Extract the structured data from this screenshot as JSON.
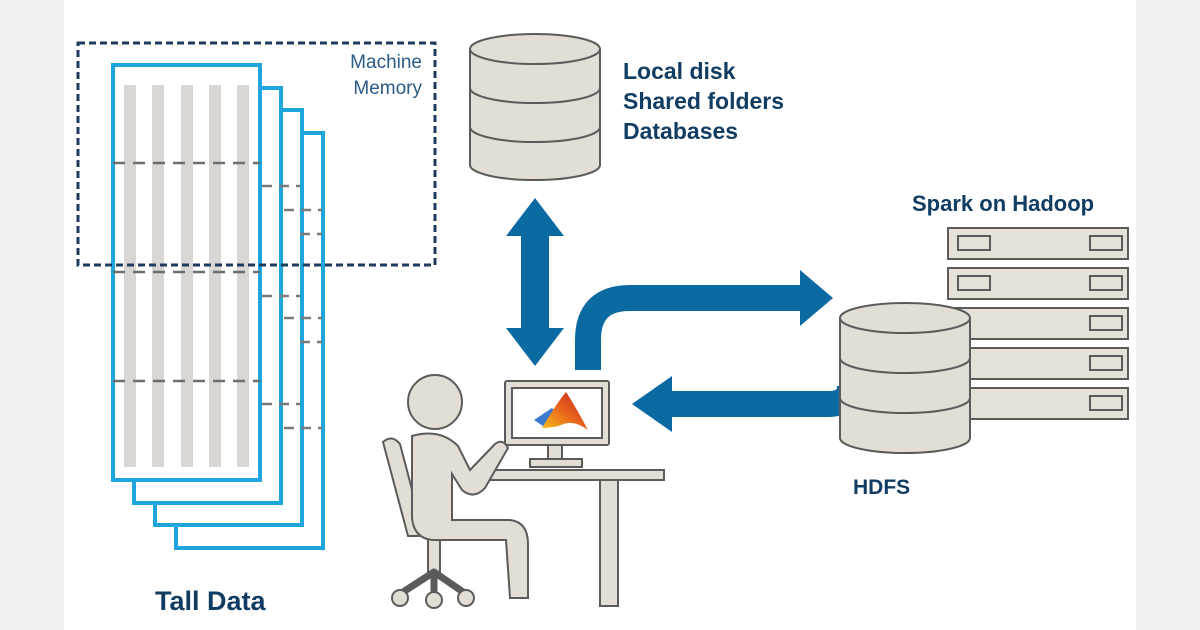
{
  "labels": {
    "machine_memory": [
      "Machine",
      "Memory"
    ],
    "storage_targets": [
      "Local disk",
      "Shared folders",
      "Databases"
    ],
    "spark": "Spark on Hadoop",
    "hdfs": "HDFS",
    "tall_data": "Tall Data"
  },
  "colors": {
    "accent_blue": "#0b6aa2",
    "sheet_cyan": "#1ea5dc",
    "memory_dash": "#1e3a5f",
    "label_navy": "#123d63",
    "icon_gray": "#e2ded6",
    "icon_outline": "#5b5b5b"
  },
  "icons": [
    "database-icon",
    "server-rack-icon",
    "person-at-computer-icon",
    "matlab-logo-icon",
    "double-arrow-icon",
    "curved-arrow-icon"
  ]
}
